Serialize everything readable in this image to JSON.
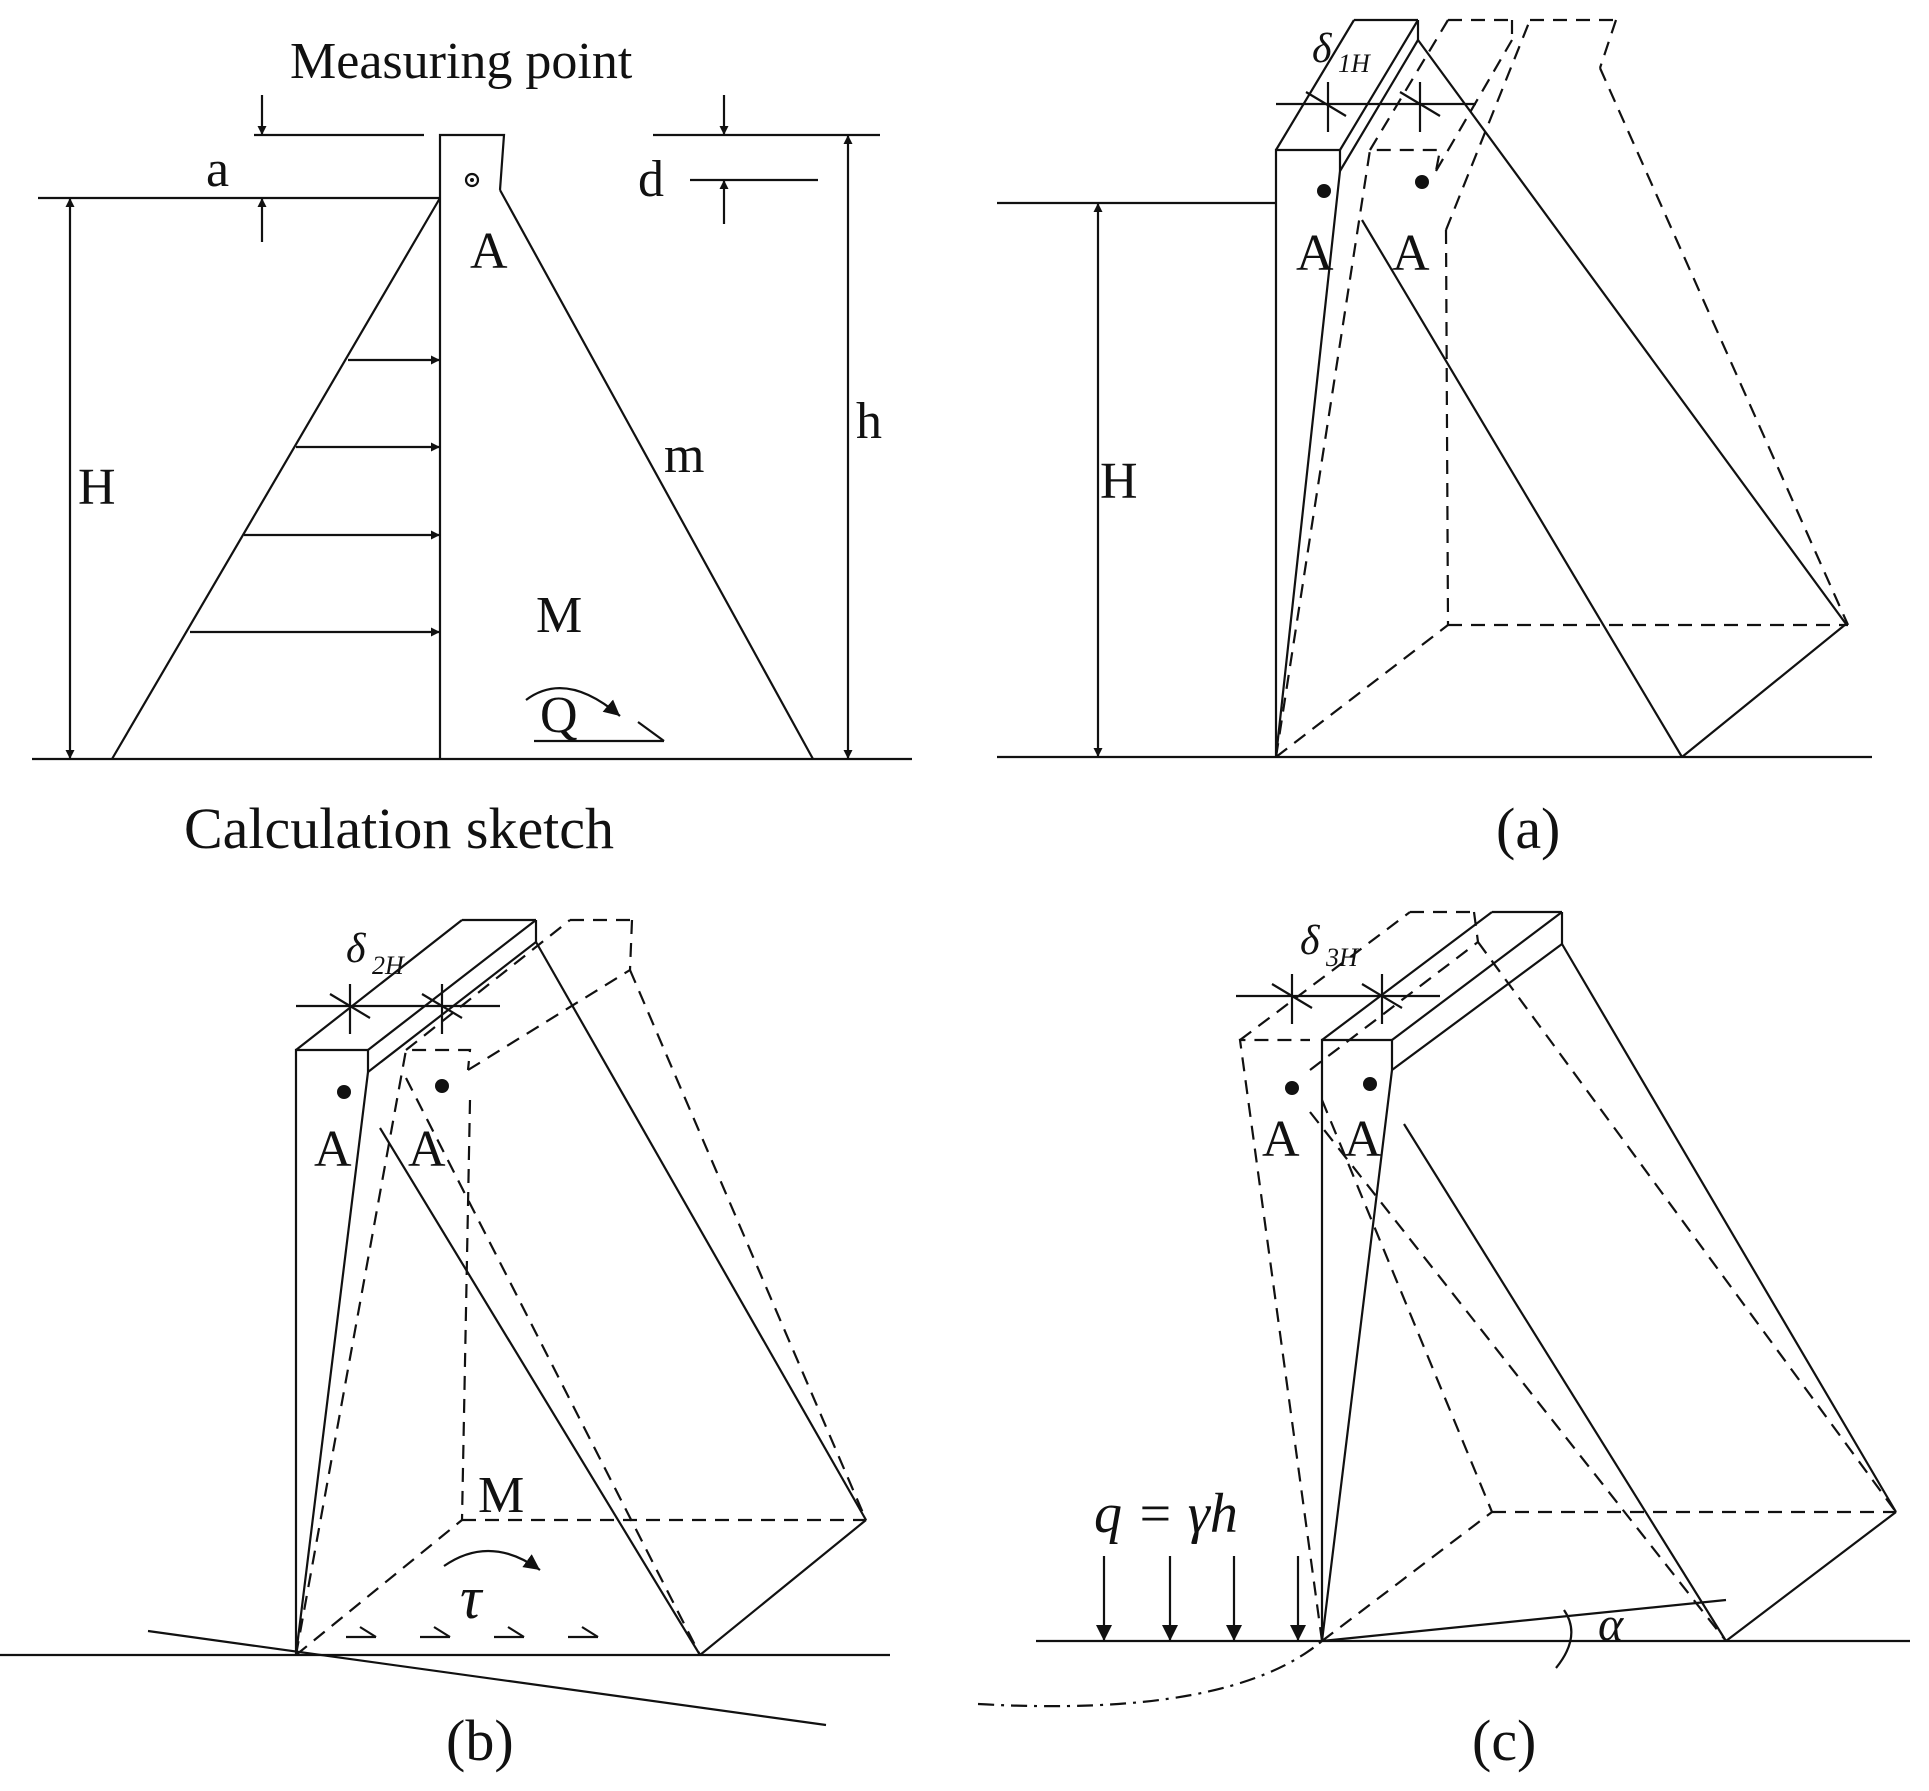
{
  "sketch": {
    "top_label": "Measuring point",
    "caption": "Calculation sketch",
    "a": "a",
    "d": "d",
    "H": "H",
    "h": "h",
    "m": "m",
    "A": "A",
    "M": "M",
    "Q": "Q"
  },
  "panel_a": {
    "caption": "(a)",
    "H": "H",
    "A1": "A",
    "A2": "A",
    "delta": "δ",
    "delta_sub": "1H"
  },
  "panel_b": {
    "caption": "(b)",
    "A1": "A",
    "A2": "A",
    "M": "M",
    "tau": "τ",
    "delta": "δ",
    "delta_sub": "2H"
  },
  "panel_c": {
    "caption": "(c)",
    "A1": "A",
    "A2": "A",
    "load": "q = γh",
    "alpha": "α",
    "delta": "δ",
    "delta_sub": "3H"
  }
}
